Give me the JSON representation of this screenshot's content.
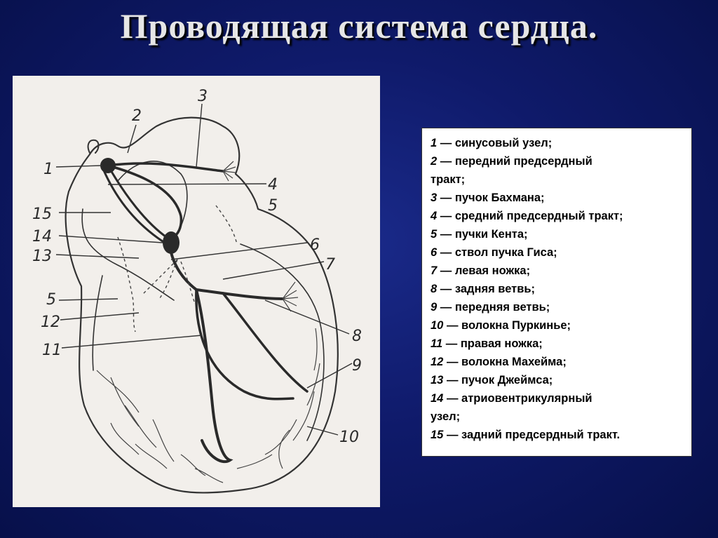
{
  "title": "Проводящая система сердца.",
  "diagram": {
    "labels": [
      "1",
      "2",
      "3",
      "4",
      "5",
      "6",
      "7",
      "8",
      "9",
      "10",
      "11",
      "12",
      "13",
      "14",
      "15",
      "5"
    ]
  },
  "legend": [
    {
      "num": "1",
      "dash": " — ",
      "text": "синусовый узел;"
    },
    {
      "num": "2",
      "dash": " — ",
      "text": "передний предсердный"
    },
    {
      "num": "",
      "dash": "",
      "text": "тракт;"
    },
    {
      "num": "3",
      "dash": " — ",
      "text": "пучок Бахмана;"
    },
    {
      "num": "4",
      "dash": " — ",
      "text": "средний предсердный тракт;"
    },
    {
      "num": "5",
      "dash": " — ",
      "text": "пучки Кента;"
    },
    {
      "num": "6",
      "dash": " — ",
      "text": "ствол пучка Гиса;"
    },
    {
      "num": "7",
      "dash": " — ",
      "text": "левая ножка;"
    },
    {
      "num": "8",
      "dash": " — ",
      "text": "задняя ветвь;"
    },
    {
      "num": "9",
      "dash": " — ",
      "text": "передняя ветвь;"
    },
    {
      "num": "10",
      "dash": " — ",
      "text": "волокна Пуркинье;"
    },
    {
      "num": "11",
      "dash": " — ",
      "text": "правая ножка;"
    },
    {
      "num": "12",
      "dash": " — ",
      "text": "волокна Махейма;"
    },
    {
      "num": "13",
      "dash": " — ",
      "text": "пучок Джеймса;"
    },
    {
      "num": "14",
      "dash": " — ",
      "text": "атриовентрикулярный"
    },
    {
      "num": "",
      "dash": "",
      "text": "узел;"
    },
    {
      "num": "15",
      "dash": " — ",
      "text": "задний предсердный тракт."
    }
  ]
}
